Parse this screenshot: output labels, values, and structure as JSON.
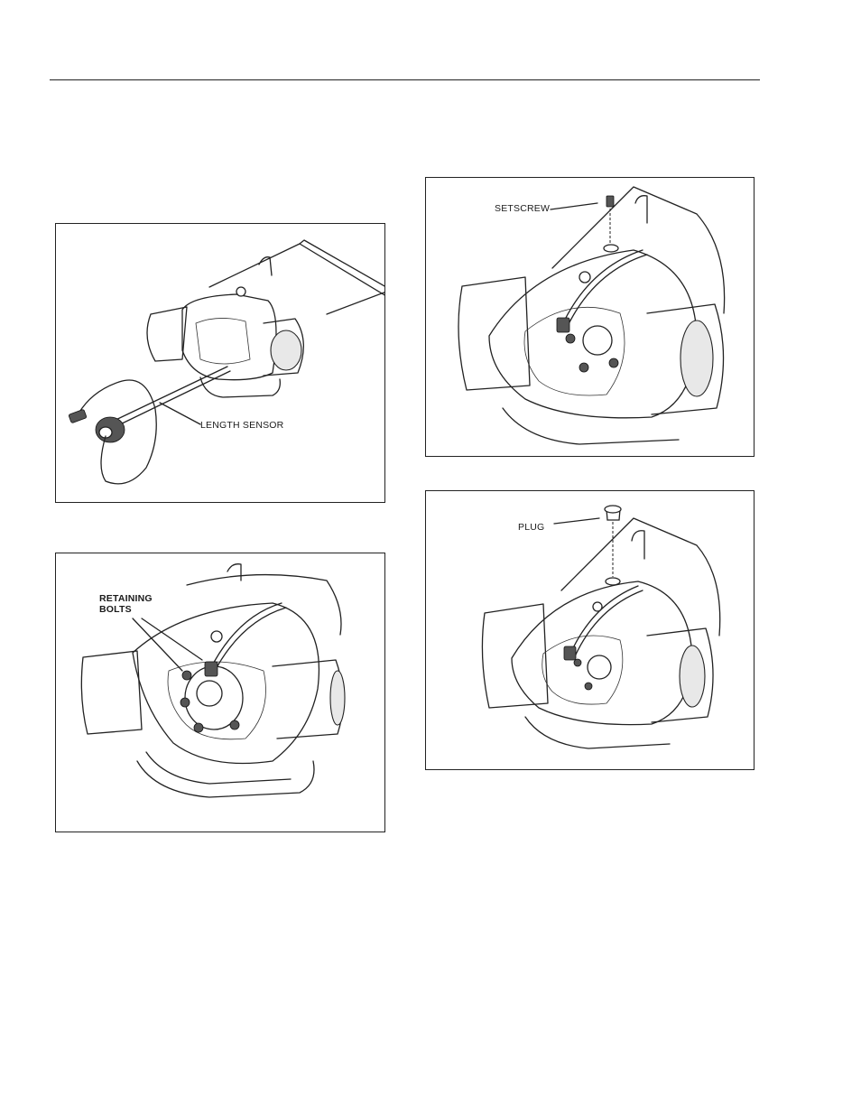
{
  "figures": [
    {
      "label": "LENGTH SENSOR"
    },
    {
      "label_line1": "RETAINING",
      "label_line2": "BOLTS"
    },
    {
      "label": "SETSCREW"
    },
    {
      "label": "PLUG"
    }
  ]
}
